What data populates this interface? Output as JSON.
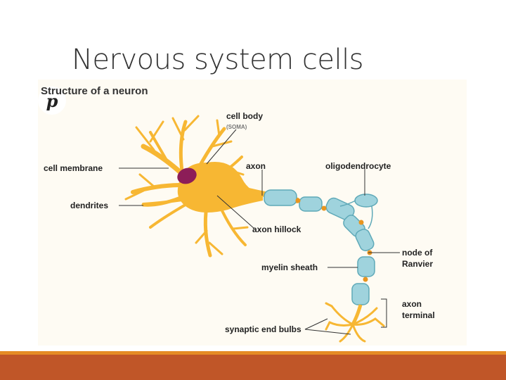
{
  "slide": {
    "title": "Nervous system cells"
  },
  "figure": {
    "heading": "Structure of a neuron",
    "pin_icon": "pinterest-icon",
    "labels": {
      "cell_body": "cell body",
      "soma": "(SOMA)",
      "axon": "axon",
      "oligodendrocyte": "oligodendrocyte",
      "cell_membrane": "cell membrane",
      "dendrites": "dendrites",
      "axon_hillock": "axon hillock",
      "node_of_ranvier_1": "node of",
      "node_of_ranvier_2": "Ranvier",
      "myelin_sheath": "myelin sheath",
      "axon_terminal_1": "axon",
      "axon_terminal_2": "terminal",
      "synaptic_end_bulbs": "synaptic end bulbs"
    },
    "colors": {
      "neuron": "#f7b733",
      "nucleus": "#8c1d58",
      "myelin": "#9fd3dd",
      "myelin_stroke": "#5fa9b8",
      "node": "#e8951f"
    }
  },
  "footer": {
    "accent": "#e58c25",
    "band": "#c05628"
  }
}
